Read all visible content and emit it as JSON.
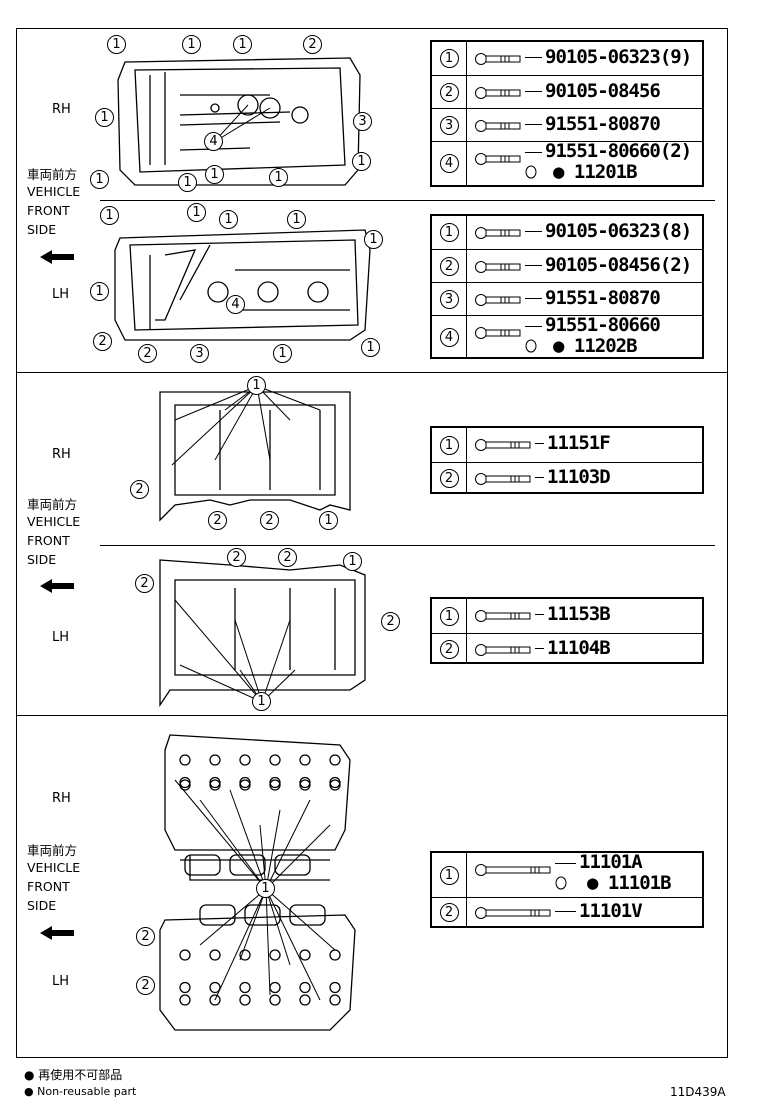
{
  "sections": [
    {
      "rh": "RH",
      "lh": "LH",
      "jp": "車両前方",
      "vehicle": "VEHICLE",
      "front": "FRONT",
      "side": "SIDE",
      "rh_table": [
        {
          "n": "1",
          "part": "90105-06323(9)"
        },
        {
          "n": "2",
          "part": "90105-08456"
        },
        {
          "n": "3",
          "part": "91551-80870"
        },
        {
          "n": "4",
          "part": "91551-80660(2)",
          "sub": "11201B"
        }
      ],
      "lh_table": [
        {
          "n": "1",
          "part": "90105-06323(8)"
        },
        {
          "n": "2",
          "part": "90105-08456(2)"
        },
        {
          "n": "3",
          "part": "91551-80870"
        },
        {
          "n": "4",
          "part": "91551-80660",
          "sub": "11202B"
        }
      ]
    },
    {
      "rh": "RH",
      "lh": "LH",
      "jp": "車両前方",
      "vehicle": "VEHICLE",
      "front": "FRONT",
      "side": "SIDE",
      "rh_table": [
        {
          "n": "1",
          "part": "11151F"
        },
        {
          "n": "2",
          "part": "11103D"
        }
      ],
      "lh_table": [
        {
          "n": "1",
          "part": "11153B"
        },
        {
          "n": "2",
          "part": "11104B"
        }
      ]
    },
    {
      "rh": "RH",
      "lh": "LH",
      "jp": "車両前方",
      "vehicle": "VEHICLE",
      "front": "FRONT",
      "side": "SIDE",
      "table": [
        {
          "n": "1",
          "part": "11101A",
          "sub": "11101B"
        },
        {
          "n": "2",
          "part": "11101V"
        }
      ]
    }
  ],
  "callouts": [
    "1",
    "1",
    "1",
    "2",
    "1",
    "3",
    "4",
    "1",
    "1",
    "1",
    "1",
    "1",
    "1",
    "1",
    "1",
    "1",
    "1",
    "1",
    "4",
    "2",
    "2",
    "3",
    "1",
    "1",
    "1",
    "2",
    "2",
    "2",
    "1",
    "2",
    "2",
    "1",
    "2",
    "2",
    "1",
    "1",
    "2",
    "2"
  ],
  "footer": {
    "jp": "再使用不可部品",
    "en": "Non-reusable part",
    "code": "11D439A"
  }
}
